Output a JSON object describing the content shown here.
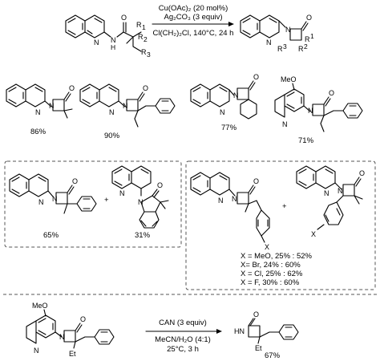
{
  "top_reaction": {
    "conditions": [
      "Cu(OAc)₂ (20 mol%)",
      "Ag₂CO₃ (3 equiv)",
      "Cl(CH₂)₂Cl, 140°C, 24 h"
    ],
    "sm_labels": {
      "nh": "N",
      "h": "H",
      "o": "O",
      "r1": "R",
      "r1sub": "1",
      "r2": "R",
      "r2sub": "2",
      "r3": "R",
      "r3sub": "3"
    },
    "product_labels": {
      "r1": "R",
      "r1sub": "1",
      "r2": "R",
      "r2sub": "2",
      "r3": "R",
      "r3sub": "3"
    }
  },
  "row1_yields": [
    "86%",
    "90%",
    "77%",
    "71%"
  ],
  "row1_extra": {
    "ome": "MeO"
  },
  "box_left": {
    "yield_a": "65%",
    "yield_b": "31%",
    "plus": "+"
  },
  "box_right": {
    "plus": "+",
    "x_label": "X",
    "results": [
      "X = MeO, 25% : 52%",
      "X= Br, 24% : 60%",
      "X = Cl, 25% : 62%",
      "X = F, 30% : 60%"
    ]
  },
  "bottom_reaction": {
    "ome": "MeO",
    "et": "Et",
    "hn": "HN",
    "conditions_top": "CAN (3 equiv)",
    "conditions_bottom": [
      "MeCN/H₂O (4:1)",
      "25°C, 3 h"
    ],
    "product_yield": "67%"
  },
  "atoms": {
    "N": "N",
    "O": "O"
  }
}
